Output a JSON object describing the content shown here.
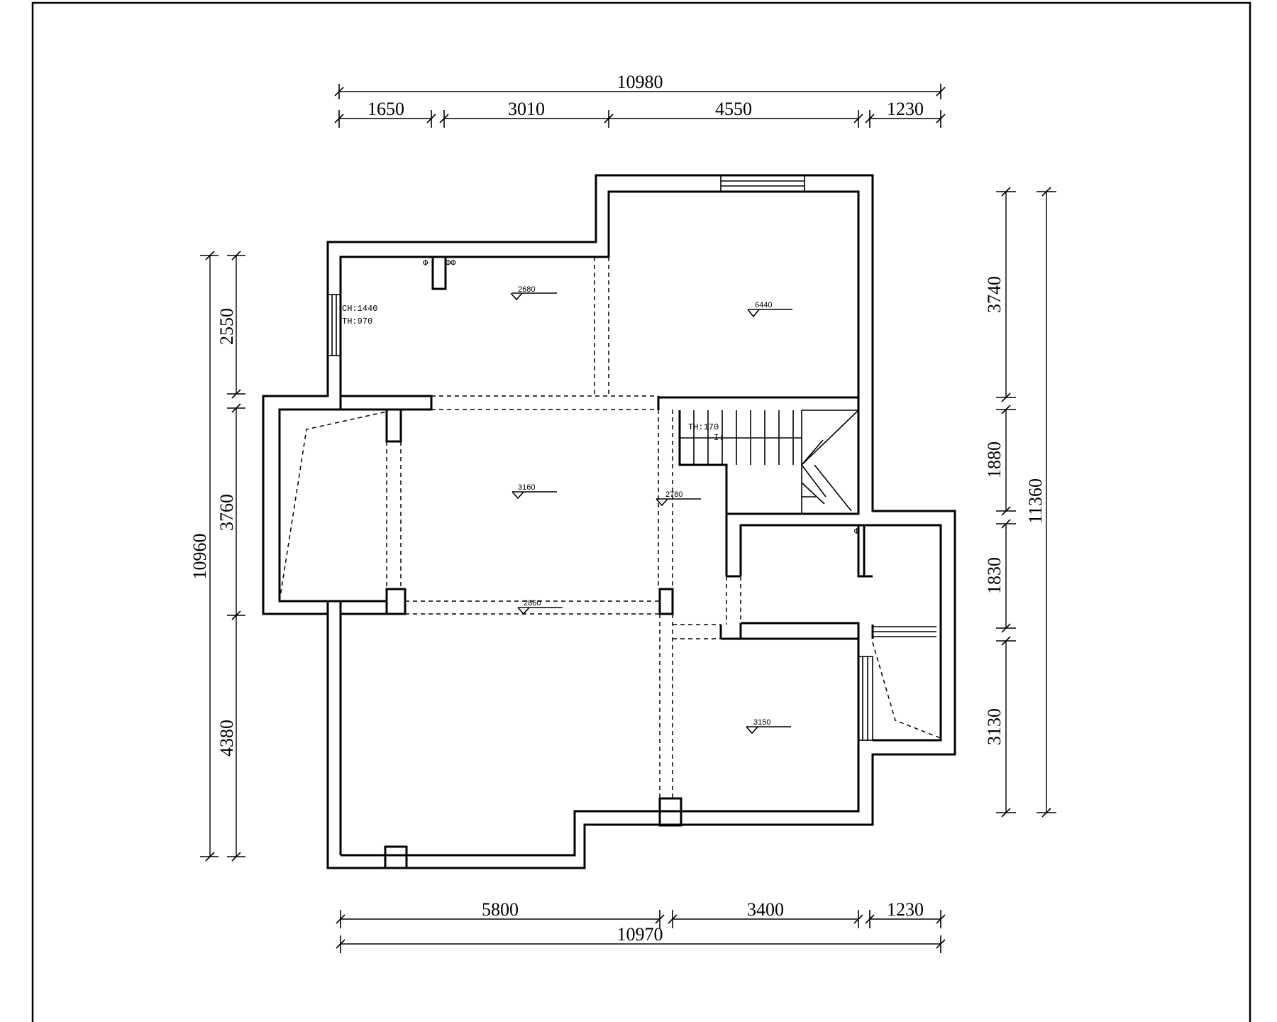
{
  "dimensions": {
    "top_overall": "10980",
    "top_segments": [
      "1650",
      "3010",
      "4550",
      "1230"
    ],
    "bottom_segments": [
      "5800",
      "3400",
      "1230"
    ],
    "bottom_overall": "10970",
    "left_overall": "10960",
    "left_segments": [
      "2550",
      "3760",
      "4380"
    ],
    "right_segments": [
      "3740",
      "1880",
      "1830",
      "3130"
    ],
    "right_overall": "11360"
  },
  "elevations": {
    "room_top_left": "2680",
    "room_top_right": "6440",
    "room_center": "3160",
    "stair_side": "2780",
    "beam_center": "2860",
    "room_bottom_right": "3150"
  },
  "notes": {
    "window_ch": "CH:1440",
    "window_th": "TH:970",
    "stair_th": "TH:170",
    "stair_mark": "I:"
  },
  "marks": {
    "pipe_symbol": "Φ",
    "pipe_symbol_double": "ΦΦ"
  }
}
